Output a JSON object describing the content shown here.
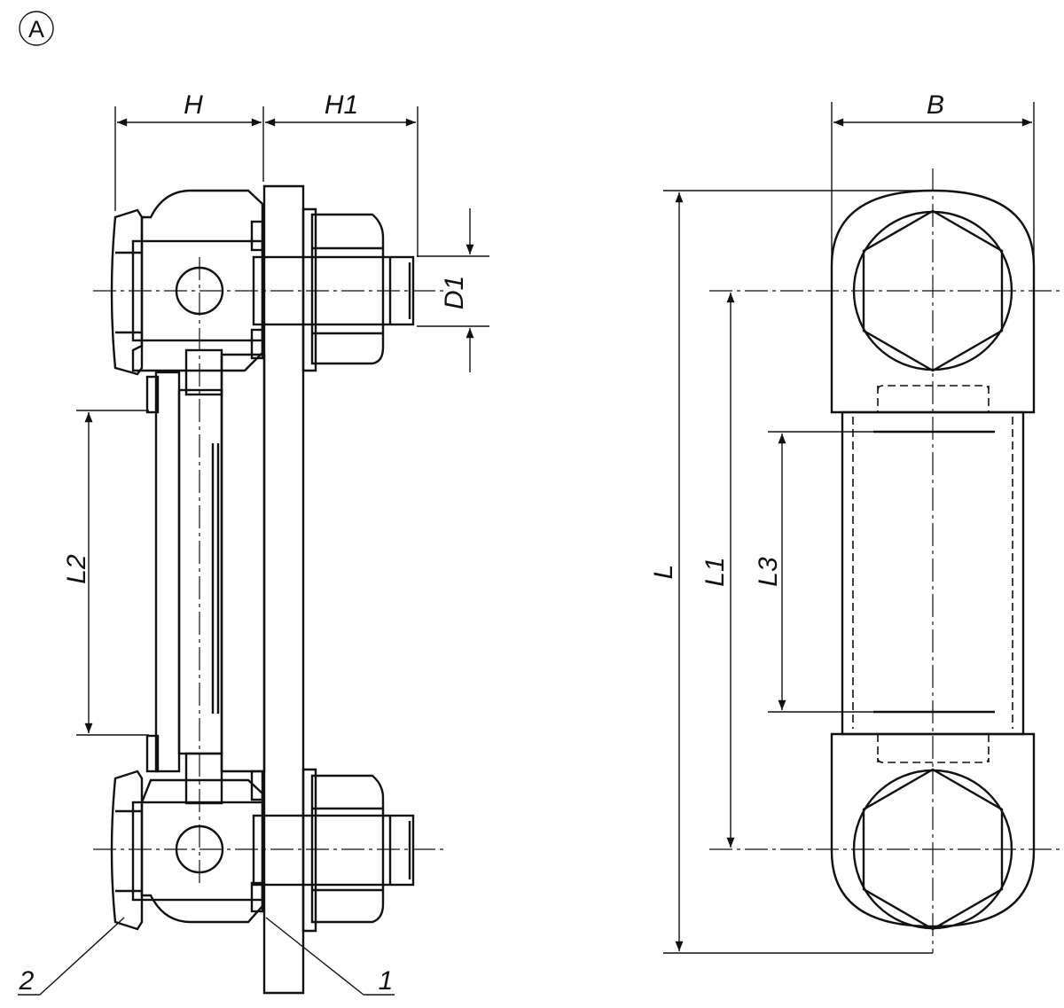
{
  "view_marker": "A",
  "dimensions": {
    "H": "H",
    "H1": "H1",
    "D1": "D1",
    "L2": "L2",
    "B": "B",
    "L": "L",
    "L1": "L1",
    "L3": "L3"
  },
  "callouts": {
    "item_1": "1",
    "item_2": "2"
  },
  "colors": {
    "line": "#111111",
    "background": "#ffffff"
  }
}
